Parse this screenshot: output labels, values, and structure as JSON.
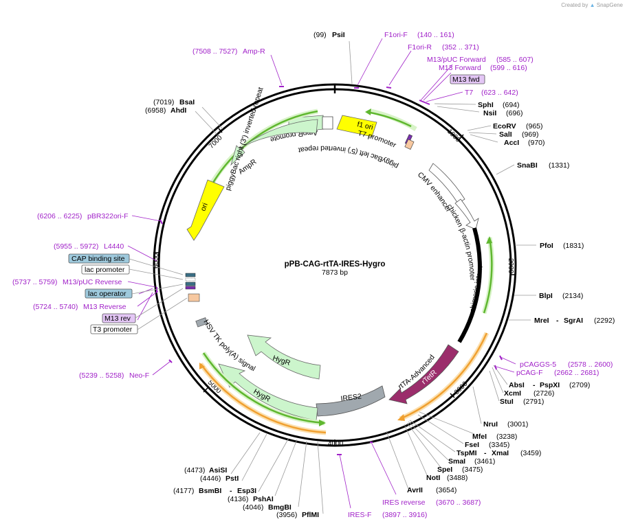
{
  "credit": {
    "prefix": "Created by",
    "brand": "SnapGene"
  },
  "plasmid": {
    "name": "pPB-CAG-rtTA-IRES-Hygro",
    "length_label": "7873 bp"
  },
  "ticks": [
    "1000",
    "2000",
    "3000",
    "4000",
    "5000",
    "6000",
    "7000"
  ],
  "sites_top": [
    {
      "pos": "(99)",
      "name": "PsiI"
    }
  ],
  "sites_right": [
    {
      "name": "SphI",
      "pos": "(694)"
    },
    {
      "name": "NsiI",
      "pos": "(696)"
    },
    {
      "name": "EcoRV",
      "pos": "(965)"
    },
    {
      "name": "SalI",
      "pos": "(969)"
    },
    {
      "name": "AccI",
      "pos": "(970)"
    },
    {
      "name": "SnaBI",
      "pos": "(1331)"
    },
    {
      "name": "PfoI",
      "pos": "(1831)"
    },
    {
      "name": "BlpI",
      "pos": "(2134)"
    },
    {
      "name": "MreI",
      "sep": "-",
      "name2": "SgrAI",
      "pos": "(2292)"
    },
    {
      "name": "AbsI",
      "sep": "-",
      "name2": "PspXI",
      "pos": "(2709)"
    },
    {
      "name": "XcmI",
      "pos": "(2726)"
    },
    {
      "name": "StuI",
      "pos": "(2791)"
    },
    {
      "name": "NruI",
      "pos": "(3001)"
    },
    {
      "name": "MfeI",
      "pos": "(3238)"
    },
    {
      "name": "FseI",
      "pos": "(3345)"
    },
    {
      "name": "TspMI",
      "sep": "-",
      "name2": "XmaI",
      "pos": "(3459)"
    },
    {
      "name": "SmaI",
      "pos": "(3461)"
    },
    {
      "name": "SpeI",
      "pos": "(3475)"
    },
    {
      "name": "NotI",
      "pos": "(3488)"
    },
    {
      "name": "AvrII",
      "pos": "(3654)"
    }
  ],
  "sites_left": [
    {
      "pos": "(7019)",
      "name": "BsaI"
    },
    {
      "pos": "(6958)",
      "name": "AhdI"
    },
    {
      "pos": "(4473)",
      "name": "AsiSI"
    },
    {
      "pos": "(4446)",
      "name": "PstI"
    },
    {
      "pos": "(4177)",
      "name": "BsmBI",
      "sep": "-",
      "name2": "Esp3I"
    },
    {
      "pos": "(4136)",
      "name": "PshAI"
    },
    {
      "pos": "(4046)",
      "name": "BmgBI"
    },
    {
      "pos": "(3956)",
      "name": "PflMI"
    }
  ],
  "primers": [
    {
      "name": "F1ori-F",
      "range": "(140 .. 161)"
    },
    {
      "name": "F1ori-R",
      "range": "(352 .. 371)"
    },
    {
      "name": "M13/pUC Forward",
      "range": "(585 .. 607)"
    },
    {
      "name": "M13 Forward",
      "range": "(599 .. 616)"
    },
    {
      "name": "T7",
      "range": "(623 .. 642)"
    },
    {
      "name": "pCAGGS-5",
      "range": "(2578 .. 2600)"
    },
    {
      "name": "pCAG-F",
      "range": "(2662 .. 2681)"
    },
    {
      "name": "IRES reverse",
      "range": "(3670 .. 3687)"
    },
    {
      "name": "IRES-F",
      "range": "(3897 .. 3916)"
    },
    {
      "name": "Neo-F",
      "range": "(5239 .. 5258)"
    },
    {
      "name": "M13 Reverse",
      "range": "(5724 .. 5740)"
    },
    {
      "name": "M13/pUC Reverse",
      "range": "(5737 .. 5759)"
    },
    {
      "name": "L4440",
      "range": "(5955 .. 5972)"
    },
    {
      "name": "pBR322ori-F",
      "range": "(6206 .. 6225)"
    },
    {
      "name": "Amp-R",
      "range": "(7508 .. 7527)"
    }
  ],
  "boxed_features": {
    "m13_fwd": "M13 fwd",
    "cap_binding_site": "CAP binding site",
    "lac_promoter": "lac promoter",
    "lac_operator": "lac operator",
    "m13_rev": "M13 rev",
    "t3_promoter": "T3 promoter"
  },
  "feature_labels": {
    "f1_ori": "f1 ori",
    "t7_promoter": "T7 promoter",
    "ampr_promoter": "AmpR promoter",
    "piggybac_left": "piggyBac left (5') inverted repeat",
    "ampr": "AmpR",
    "ori": "ori",
    "piggybac_right": "piggyBac right (3') inverted repeat",
    "cmv_enhancer": "CMV enhancer",
    "chicken_actin": "chicken β-actin promoter",
    "chimeric_intron": "chimeric intron",
    "rtta_advanced": "rtTA-Advanced",
    "rtetr": "rTetR",
    "ires2": "IRES2",
    "hygr_1": "HygR",
    "hygr_2": "HygR",
    "hsv_polya": "HSV TK poly(A) signal"
  },
  "colors": {
    "yellow": "#ffff00",
    "green_fill": "#ccf5cc",
    "green_arc": "#5fb72f",
    "orange_arc": "#f0a030",
    "magenta": "#9b2d6b",
    "gray": "#a0a8ae",
    "primer": "#a020c8",
    "teal_box": "#9ec9dc",
    "purple_box": "#e3c6f5"
  }
}
